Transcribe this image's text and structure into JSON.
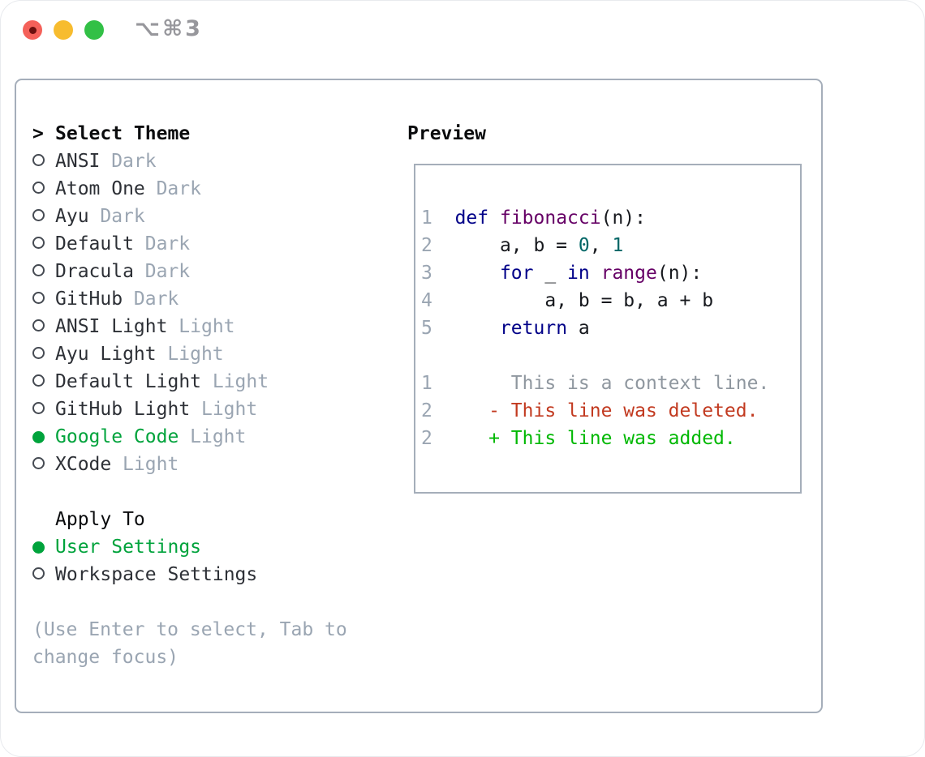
{
  "window": {
    "title": "⌥⌘3"
  },
  "colors": {
    "accent_green": "#00a33c",
    "gutter": "#9aa5b2",
    "keyword": "#000088",
    "function": "#660066",
    "literal": "#006666",
    "code": "#16181d",
    "context": "#8f979f",
    "deleted": "#c23a20",
    "added": "#00b803",
    "muted": "#9aa5b2",
    "title_gray": "#97979c",
    "traffic_red": "#f4615a",
    "traffic_yellow": "#f7bc2f",
    "traffic_green": "#32c046"
  },
  "theme_list": {
    "cursor": ">",
    "title": "Select Theme",
    "items": [
      {
        "name": "ANSI",
        "variant": "Dark",
        "selected": false
      },
      {
        "name": "Atom One",
        "variant": "Dark",
        "selected": false
      },
      {
        "name": "Ayu",
        "variant": "Dark",
        "selected": false
      },
      {
        "name": "Default",
        "variant": "Dark",
        "selected": false
      },
      {
        "name": "Dracula",
        "variant": "Dark",
        "selected": false
      },
      {
        "name": "GitHub",
        "variant": "Dark",
        "selected": false
      },
      {
        "name": "ANSI Light",
        "variant": "Light",
        "selected": false
      },
      {
        "name": "Ayu Light",
        "variant": "Light",
        "selected": false
      },
      {
        "name": "Default Light",
        "variant": "Light",
        "selected": false
      },
      {
        "name": "GitHub Light",
        "variant": "Light",
        "selected": false
      },
      {
        "name": "Google Code",
        "variant": "Light",
        "selected": true
      },
      {
        "name": "XCode",
        "variant": "Light",
        "selected": false
      }
    ]
  },
  "apply_to": {
    "title": "Apply To",
    "options": [
      {
        "label": "User Settings",
        "selected": true
      },
      {
        "label": "Workspace Settings",
        "selected": false
      }
    ]
  },
  "hint": "(Use Enter to select, Tab to change focus)",
  "preview": {
    "title": "Preview",
    "lines": [
      [
        {
          "t": "1",
          "c": "gutter"
        },
        {
          "t": "  ",
          "c": "code"
        },
        {
          "t": "def",
          "c": "keyword"
        },
        {
          "t": " ",
          "c": "code"
        },
        {
          "t": "fibonacci",
          "c": "function"
        },
        {
          "t": "(n):",
          "c": "code"
        }
      ],
      [
        {
          "t": "2",
          "c": "gutter"
        },
        {
          "t": "      a, b = ",
          "c": "code"
        },
        {
          "t": "0",
          "c": "literal"
        },
        {
          "t": ", ",
          "c": "code"
        },
        {
          "t": "1",
          "c": "literal"
        }
      ],
      [
        {
          "t": "3",
          "c": "gutter"
        },
        {
          "t": "      ",
          "c": "code"
        },
        {
          "t": "for",
          "c": "keyword"
        },
        {
          "t": " _ ",
          "c": "code"
        },
        {
          "t": "in",
          "c": "keyword"
        },
        {
          "t": " ",
          "c": "code"
        },
        {
          "t": "range",
          "c": "function"
        },
        {
          "t": "(n):",
          "c": "code"
        }
      ],
      [
        {
          "t": "4",
          "c": "gutter"
        },
        {
          "t": "          a, b = b, a + b",
          "c": "code"
        }
      ],
      [
        {
          "t": "5",
          "c": "gutter"
        },
        {
          "t": "      ",
          "c": "code"
        },
        {
          "t": "return",
          "c": "keyword"
        },
        {
          "t": " a",
          "c": "code"
        }
      ],
      [],
      [
        {
          "t": "1",
          "c": "gutter"
        },
        {
          "t": "       This is a context line.",
          "c": "context"
        }
      ],
      [
        {
          "t": "2",
          "c": "gutter"
        },
        {
          "t": "     - This line was deleted.",
          "c": "deleted"
        }
      ],
      [
        {
          "t": "2",
          "c": "gutter"
        },
        {
          "t": "     + This line was added.",
          "c": "added"
        }
      ]
    ]
  }
}
